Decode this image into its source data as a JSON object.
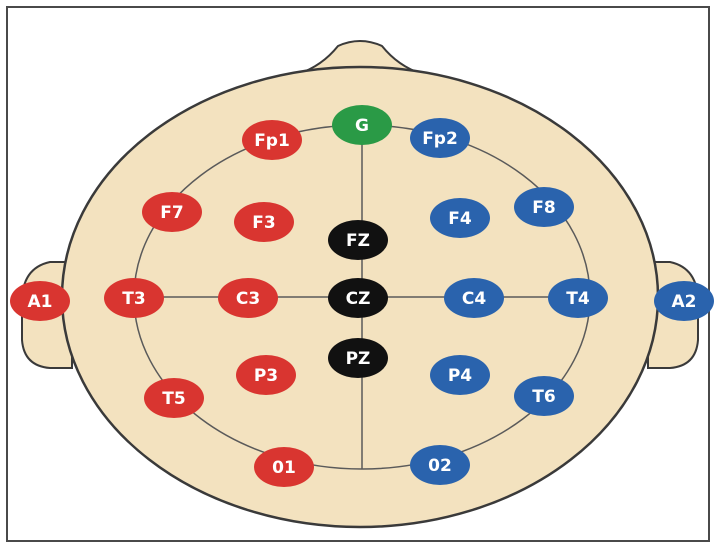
{
  "diagram": {
    "colors": {
      "skin": "#f3e2bf",
      "outline": "#3a3a3a",
      "guide_lines": "#5a5a5a",
      "left_hemisphere": "#d93530",
      "right_hemisphere": "#2a63ad",
      "midline": "#111111",
      "ground": "#2a9a46"
    },
    "electrodes": [
      {
        "id": "G",
        "label": "G",
        "group": "ground"
      },
      {
        "id": "Fp1",
        "label": "Fp1",
        "group": "left_hemisphere"
      },
      {
        "id": "Fp2",
        "label": "Fp2",
        "group": "right_hemisphere"
      },
      {
        "id": "F7",
        "label": "F7",
        "group": "left_hemisphere"
      },
      {
        "id": "F3",
        "label": "F3",
        "group": "left_hemisphere"
      },
      {
        "id": "FZ",
        "label": "FZ",
        "group": "midline"
      },
      {
        "id": "F4",
        "label": "F4",
        "group": "right_hemisphere"
      },
      {
        "id": "F8",
        "label": "F8",
        "group": "right_hemisphere"
      },
      {
        "id": "A1",
        "label": "A1",
        "group": "left_hemisphere"
      },
      {
        "id": "T3",
        "label": "T3",
        "group": "left_hemisphere"
      },
      {
        "id": "C3",
        "label": "C3",
        "group": "left_hemisphere"
      },
      {
        "id": "CZ",
        "label": "CZ",
        "group": "midline"
      },
      {
        "id": "C4",
        "label": "C4",
        "group": "right_hemisphere"
      },
      {
        "id": "T4",
        "label": "T4",
        "group": "right_hemisphere"
      },
      {
        "id": "A2",
        "label": "A2",
        "group": "right_hemisphere"
      },
      {
        "id": "P3",
        "label": "P3",
        "group": "left_hemisphere"
      },
      {
        "id": "PZ",
        "label": "PZ",
        "group": "midline"
      },
      {
        "id": "P4",
        "label": "P4",
        "group": "right_hemisphere"
      },
      {
        "id": "T5",
        "label": "T5",
        "group": "left_hemisphere"
      },
      {
        "id": "T6",
        "label": "T6",
        "group": "right_hemisphere"
      },
      {
        "id": "O1",
        "label": "01",
        "group": "left_hemisphere"
      },
      {
        "id": "O2",
        "label": "02",
        "group": "right_hemisphere"
      }
    ]
  }
}
